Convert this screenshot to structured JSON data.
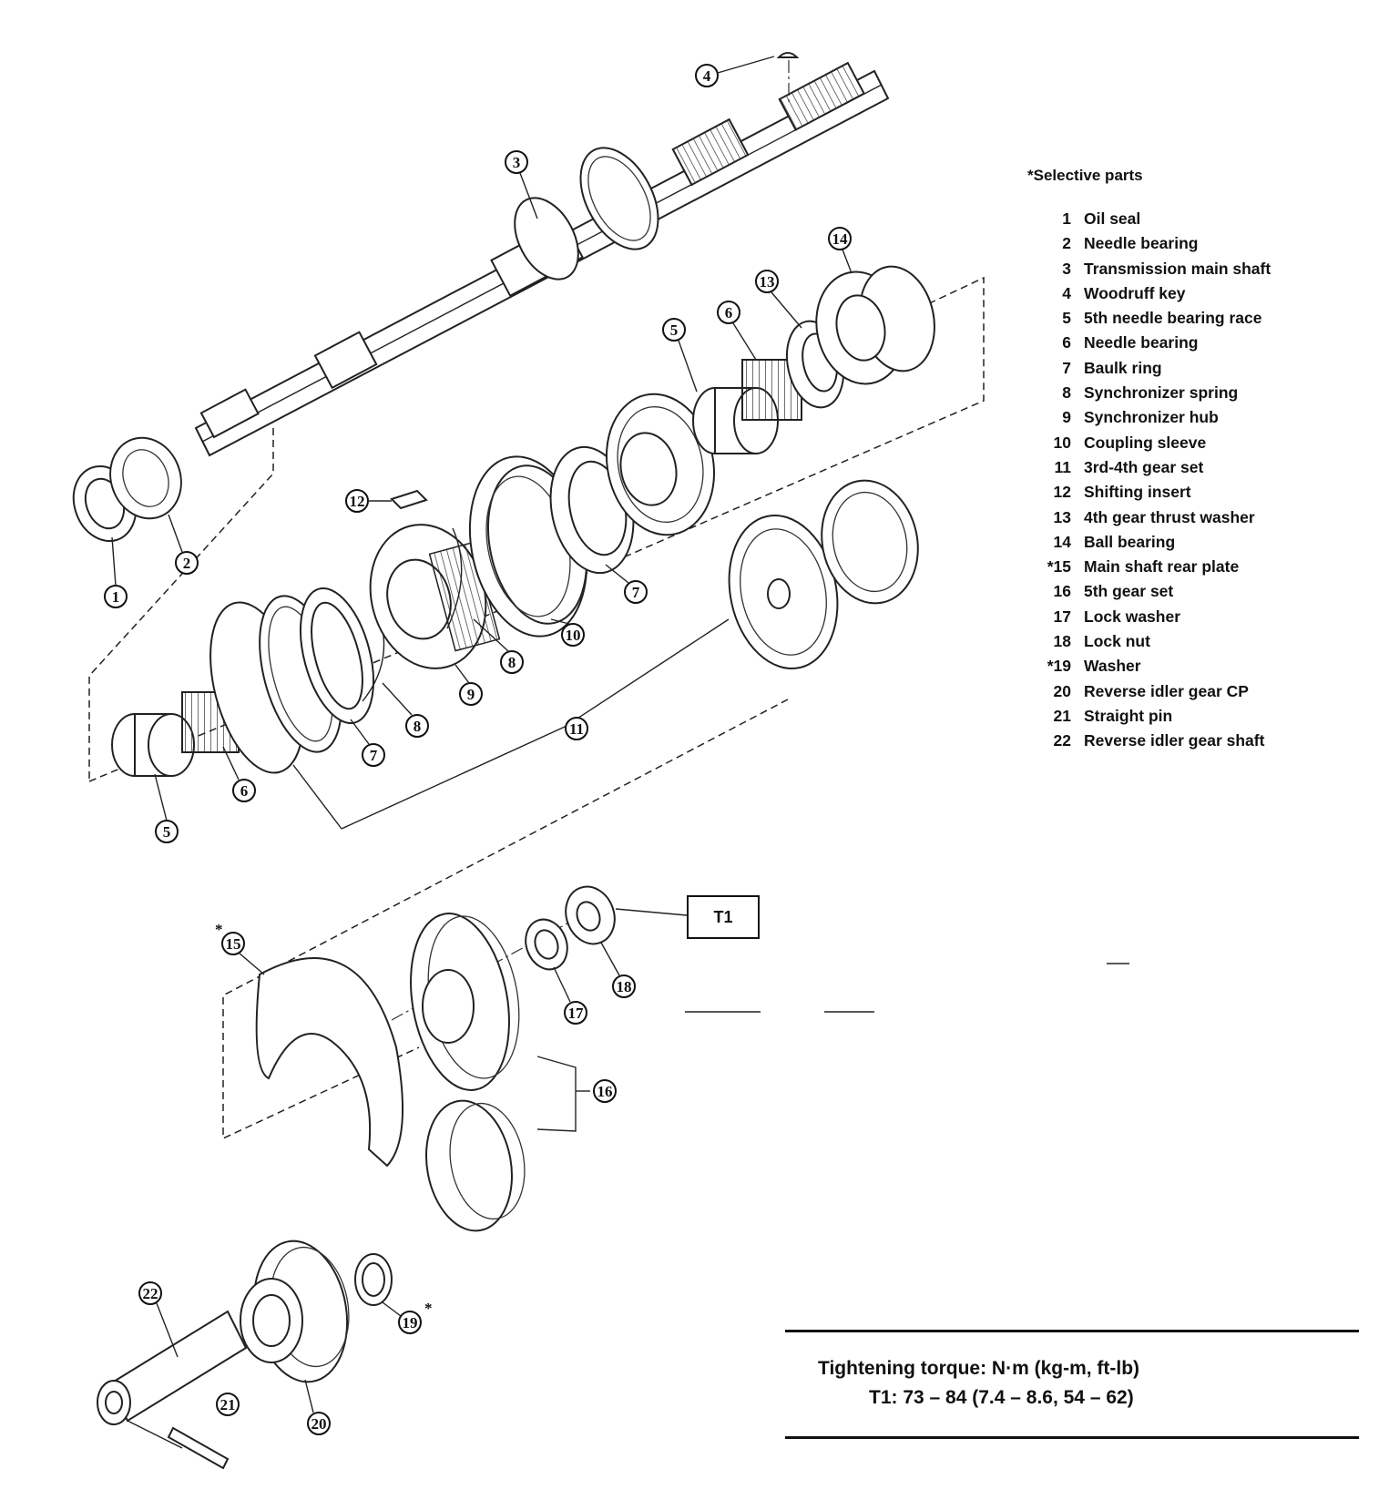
{
  "selective_note": "*Selective parts",
  "parts": [
    {
      "num": "1",
      "name": "Oil seal"
    },
    {
      "num": "2",
      "name": "Needle bearing"
    },
    {
      "num": "3",
      "name": "Transmission main shaft"
    },
    {
      "num": "4",
      "name": "Woodruff key"
    },
    {
      "num": "5",
      "name": "5th needle bearing race"
    },
    {
      "num": "6",
      "name": "Needle bearing"
    },
    {
      "num": "7",
      "name": "Baulk ring"
    },
    {
      "num": "8",
      "name": "Synchronizer spring"
    },
    {
      "num": "9",
      "name": "Synchronizer hub"
    },
    {
      "num": "10",
      "name": "Coupling sleeve"
    },
    {
      "num": "11",
      "name": "3rd-4th gear set"
    },
    {
      "num": "12",
      "name": "Shifting insert"
    },
    {
      "num": "13",
      "name": "4th gear thrust washer"
    },
    {
      "num": "14",
      "name": "Ball bearing"
    },
    {
      "num": "*15",
      "name": "Main shaft rear plate"
    },
    {
      "num": "16",
      "name": "5th gear set"
    },
    {
      "num": "17",
      "name": "Lock washer"
    },
    {
      "num": "18",
      "name": "Lock nut"
    },
    {
      "num": "*19",
      "name": "Washer"
    },
    {
      "num": "20",
      "name": "Reverse idler gear CP"
    },
    {
      "num": "21",
      "name": "Straight pin"
    },
    {
      "num": "22",
      "name": "Reverse idler gear shaft"
    }
  ],
  "callouts": [
    "1",
    "2",
    "3",
    "4",
    "5",
    "5",
    "6",
    "6",
    "7",
    "7",
    "8",
    "8",
    "9",
    "10",
    "11",
    "12",
    "13",
    "14",
    "15",
    "16",
    "17",
    "18",
    "19",
    "20",
    "21",
    "22"
  ],
  "torque_box_label": "T1",
  "torque": {
    "title": "Tightening torque:  N·m (kg-m, ft-lb)",
    "value": "T1:  73 – 84 (7.4 – 8.6, 54 – 62)"
  }
}
